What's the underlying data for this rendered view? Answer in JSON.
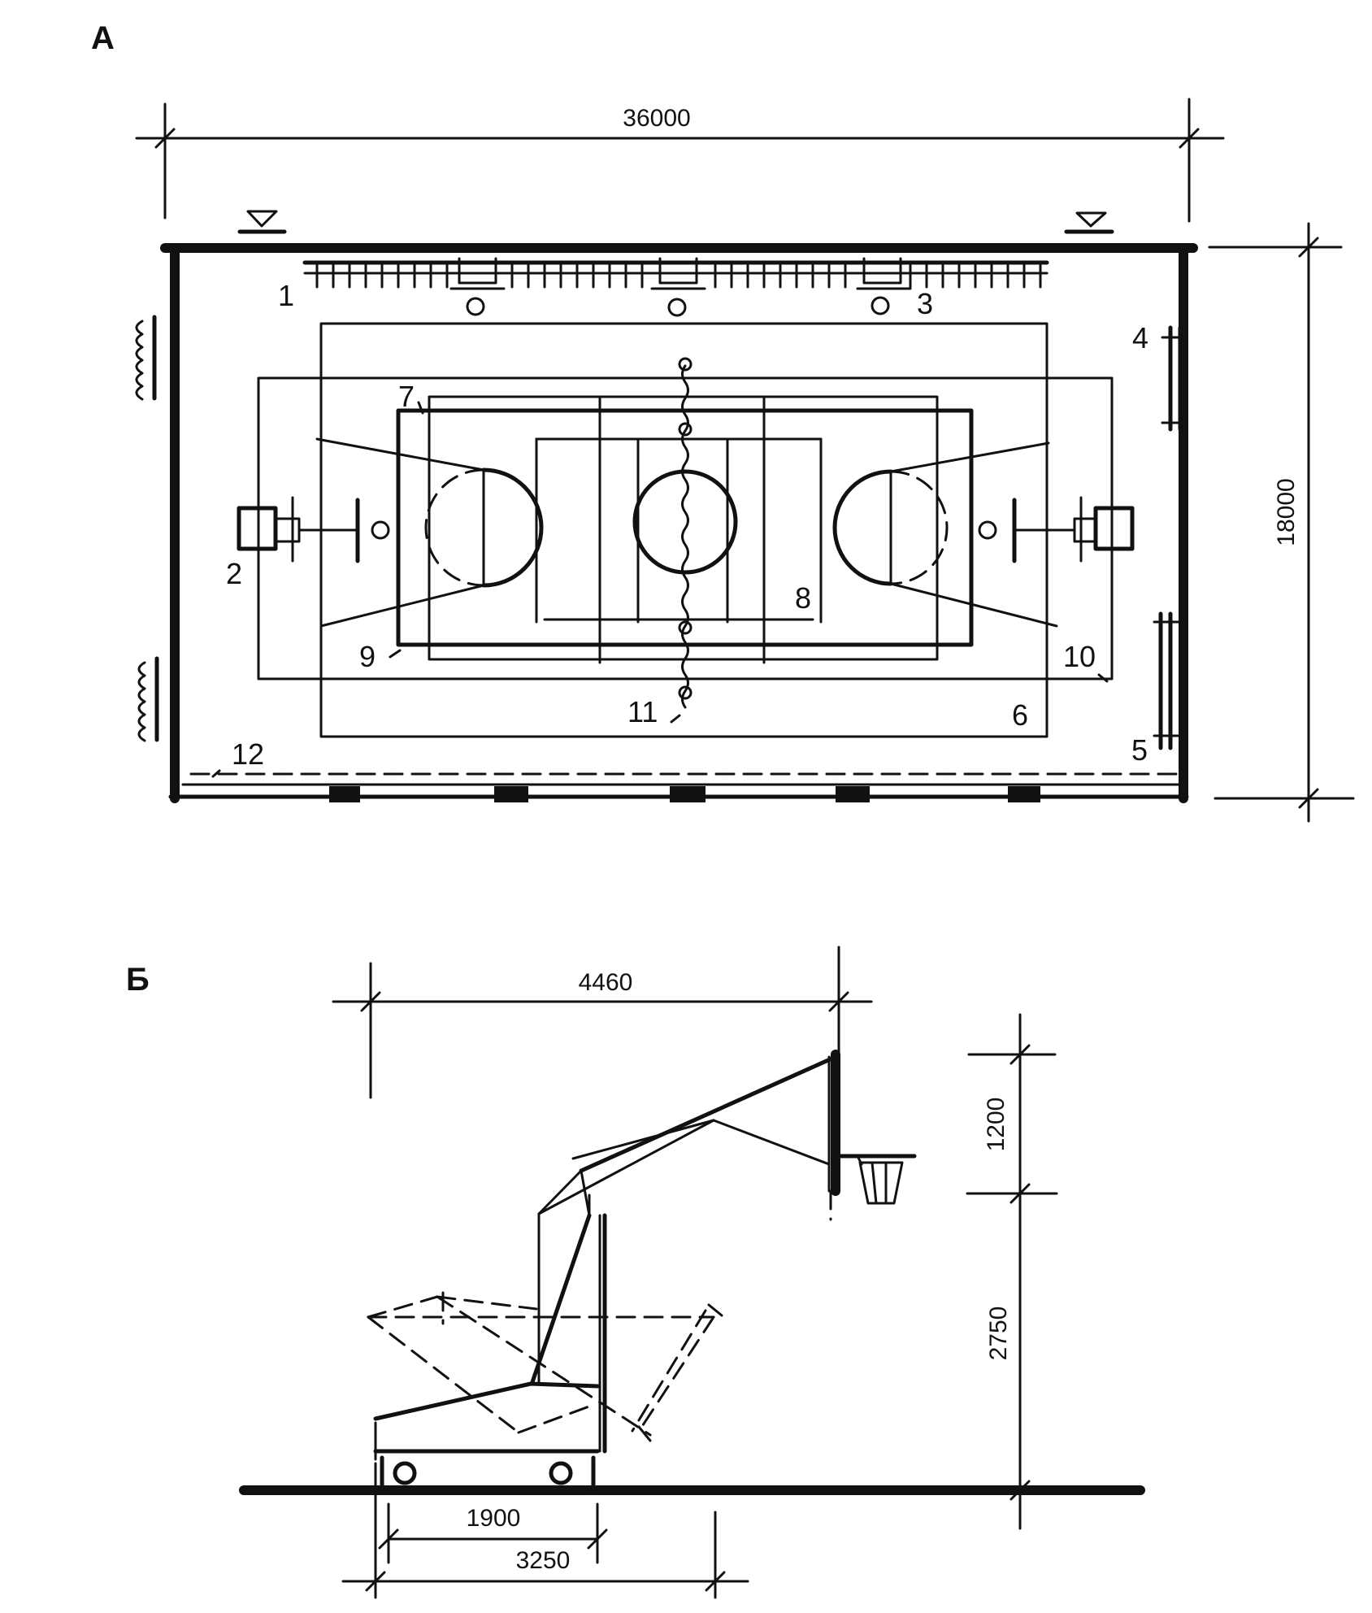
{
  "panels": {
    "a": {
      "label": "А",
      "dim_width": "36000",
      "dim_height": "18000",
      "callouts": [
        "1",
        "2",
        "3",
        "4",
        "5",
        "6",
        "7",
        "8",
        "9",
        "10",
        "11",
        "12"
      ]
    },
    "b": {
      "label": "Б",
      "dim_reach": "4460",
      "dim_board": "1200",
      "dim_rim_height": "2750",
      "dim_wheelbase": "1900",
      "dim_base": "3250"
    }
  }
}
